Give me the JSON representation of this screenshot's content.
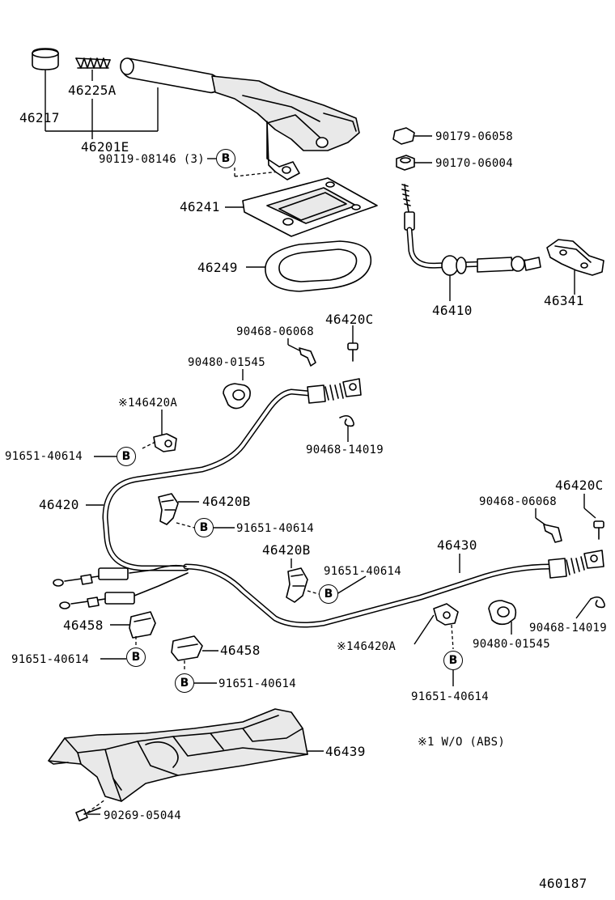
{
  "labels": {
    "p46217": "46217",
    "p46225A": "46225A",
    "p46201E": "46201E",
    "p90119": "90119-08146 (3)",
    "p90179": "90179-06058",
    "p90170": "90170-06004",
    "p46241": "46241",
    "p46249": "46249",
    "p46410": "46410",
    "p46341": "46341",
    "p90468a": "90468-06068",
    "p46420Ca": "46420C",
    "p90480a": "90480-01545",
    "p146420Aa": "※146420A",
    "p91651a": "91651-40614",
    "p90468b": "90468-14019",
    "p46420": "46420",
    "p46420Ba": "46420B",
    "p91651b": "91651-40614",
    "p46420Cb": "46420C",
    "p90468c": "90468-06068",
    "p46430": "46430",
    "p46420Bb": "46420B",
    "p91651c": "91651-40614",
    "p46458a": "46458",
    "p91651d": "91651-40614",
    "p46458b": "46458",
    "p91651e": "91651-40614",
    "p146420Ab": "※146420A",
    "p90480b": "90480-01545",
    "p90468d": "90468-14019",
    "p91651f": "91651-40614",
    "p46439": "46439",
    "p90269": "90269-05044",
    "note": "※1 W/O (ABS)",
    "diagram_id": "460187"
  },
  "callout_letter": "B"
}
